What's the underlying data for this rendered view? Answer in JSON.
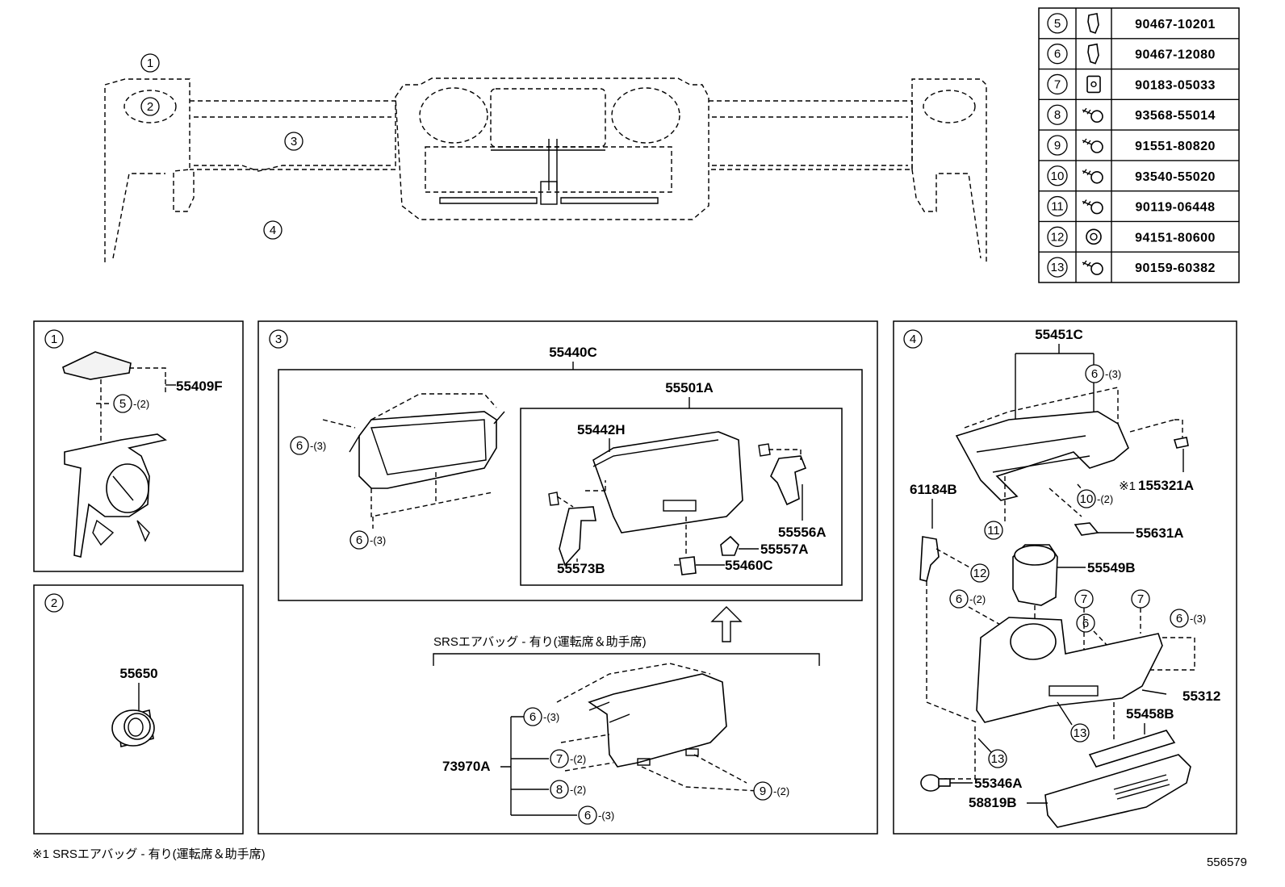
{
  "fastener_table": [
    {
      "ref": "5",
      "part_no": "90467-10201",
      "icon": "clip-icon"
    },
    {
      "ref": "6",
      "part_no": "90467-12080",
      "icon": "clip-icon"
    },
    {
      "ref": "7",
      "part_no": "90183-05033",
      "icon": "nut-clip-icon"
    },
    {
      "ref": "8",
      "part_no": "93568-55014",
      "icon": "screw-icon"
    },
    {
      "ref": "9",
      "part_no": "91551-80820",
      "icon": "bolt-icon"
    },
    {
      "ref": "10",
      "part_no": "93540-55020",
      "icon": "screw-icon"
    },
    {
      "ref": "11",
      "part_no": "90119-06448",
      "icon": "bolt-icon"
    },
    {
      "ref": "12",
      "part_no": "94151-80600",
      "icon": "nut-icon"
    },
    {
      "ref": "13",
      "part_no": "90159-60382",
      "icon": "screw-icon"
    }
  ],
  "overview": {
    "callouts": [
      "1",
      "2",
      "3",
      "4"
    ]
  },
  "panel1": {
    "ref": "1",
    "callout": "5",
    "qty": "-(2)",
    "part": "55409F"
  },
  "panel2": {
    "ref": "2",
    "part": "55650"
  },
  "panel3": {
    "ref": "3",
    "assy": "55440C",
    "sub_assy": "55501A",
    "parts": [
      "55442H",
      "55556A",
      "55557A",
      "55460C",
      "55573B",
      "73970A"
    ],
    "callouts": [
      {
        "ref": "6",
        "qty": "-(3)"
      },
      {
        "ref": "6",
        "qty": "-(3)"
      },
      {
        "ref": "6",
        "qty": "-(3)"
      },
      {
        "ref": "7",
        "qty": "-(2)"
      },
      {
        "ref": "8",
        "qty": "-(2)"
      },
      {
        "ref": "9",
        "qty": "-(2)"
      },
      {
        "ref": "6",
        "qty": "-(3)"
      }
    ],
    "condition": "SRSエアバッグ - 有り(運転席＆助手席)"
  },
  "panel4": {
    "ref": "4",
    "parts": [
      "55451C",
      "155321A",
      "61184B",
      "55631A",
      "55549B",
      "55312",
      "55458B",
      "55346A",
      "58819B"
    ],
    "callouts": [
      {
        "ref": "6",
        "qty": "-(3)"
      },
      {
        "ref": "10",
        "qty": "-(2)"
      },
      {
        "ref": "11",
        "qty": ""
      },
      {
        "ref": "12",
        "qty": ""
      },
      {
        "ref": "6",
        "qty": "-(2)"
      },
      {
        "ref": "7",
        "qty": ""
      },
      {
        "ref": "7",
        "qty": ""
      },
      {
        "ref": "6",
        "qty": ""
      },
      {
        "ref": "6",
        "qty": "-(3)"
      },
      {
        "ref": "13",
        "qty": ""
      },
      {
        "ref": "13",
        "qty": ""
      }
    ],
    "note_mark": "※1"
  },
  "footnote": "※1  SRSエアバッグ - 有り(運転席＆助手席)",
  "drawing_number": "556579"
}
